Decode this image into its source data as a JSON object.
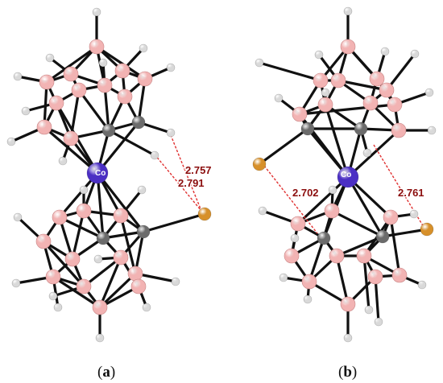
{
  "colors": {
    "boron": "#f2b3b3",
    "boron_edge": "#c98686",
    "carbon": "#6b6b6b",
    "hydrogen": "#d9d9d9",
    "cobalt": "#4b2fc4",
    "halogen": "#d7902a",
    "bond": "#111111",
    "contact": "#e03030",
    "label": "#8b0d0d"
  },
  "metal_label": "Co",
  "panels": [
    {
      "caption": {
        "open": "(",
        "letter": "a",
        "close": ")"
      },
      "distances": [
        "2.757",
        "2.791"
      ]
    },
    {
      "caption": {
        "open": "(",
        "letter": "b",
        "close": ")"
      },
      "distances": [
        "2.702",
        "2.761"
      ]
    }
  ]
}
